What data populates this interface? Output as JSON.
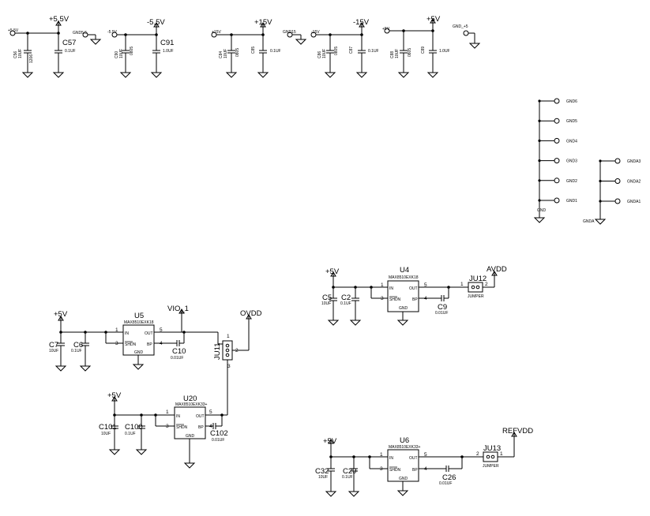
{
  "rails": {
    "p55": "+5.5V",
    "m55": "-5.5V",
    "p15": "+15V",
    "m15": "-15V",
    "p5": "+5V",
    "gnd55": "GND5.5",
    "gnd15": "GND15",
    "gnd5": "GND_+5",
    "s55v": "+5.5V",
    "sm55v": "-5.5V",
    "s15v": "+15V",
    "sm15v": "-15V",
    "s5v": "+5V"
  },
  "decoupling": {
    "c57": "C57",
    "c91": "C91",
    "v01uf": "0.1UF",
    "v1uf": "1.0UF",
    "small": [
      "C56",
      "10UF",
      "1206",
      "C90",
      "10UF",
      "0805",
      "C84",
      "10UF",
      "0805",
      "C85",
      "C86",
      "10UF",
      "0805",
      "C87",
      "C88",
      "10UF",
      "0805",
      "C89"
    ]
  },
  "gnd_nets": {
    "left": [
      "GND6",
      "GND5",
      "GND4",
      "GND3",
      "GND2",
      "GND1"
    ],
    "right": [
      "GNDA3",
      "GNDA2",
      "GNDA1"
    ],
    "left_bus": "GND",
    "right_bus": "GNDA"
  },
  "u4": {
    "ref": "U4",
    "part": "MAX8510EXK18",
    "in": "IN",
    "shdn": "SHDN",
    "out": "OUT",
    "bp": "BP",
    "gnd": "GND",
    "supply": "+5V",
    "c5": "C5",
    "c5v": "10UF",
    "c2": "C2",
    "c2v": "0.1UF",
    "c9": "C9",
    "c9v": "0.01UF",
    "jumper": "JU12",
    "jumper_part": "JUMPER",
    "net": "AVDD"
  },
  "u5": {
    "ref": "U5",
    "part": "MAX8510EXK18",
    "in": "IN",
    "shdn": "SHDN",
    "out": "OUT",
    "bp": "BP",
    "gnd": "GND",
    "supply": "+5V",
    "c7": "C7",
    "c7v": "10UF",
    "c6": "C6",
    "c6v": "0.1UF",
    "c10": "C10",
    "c10v": "0.01UF",
    "net_in": "VIO_1",
    "jumper": "JU11",
    "net": "OVDD"
  },
  "u20": {
    "ref": "U20",
    "part": "MAX8510EXK33+",
    "in": "IN",
    "shdn": "SHDN",
    "out": "OUT",
    "bp": "BP",
    "gnd": "GND",
    "supply": "+5V",
    "c101": "C101",
    "c101v": "10UF",
    "c100": "C100",
    "c100v": "0.1UF",
    "c102": "C102",
    "c102v": "0.01UF"
  },
  "u6": {
    "ref": "U6",
    "part": "MAX8510EXK33+",
    "in": "IN",
    "shdn": "SHDN",
    "out": "OUT",
    "bp": "BP",
    "gnd": "GND",
    "supply": "+5V",
    "c32": "C32",
    "c32v": "10UF",
    "c29": "C29",
    "c29v": "0.1UF",
    "c26": "C26",
    "c26v": "0.01UF",
    "jumper": "JU13",
    "jumper_part": "JUMPER",
    "net": "REFVDD"
  }
}
